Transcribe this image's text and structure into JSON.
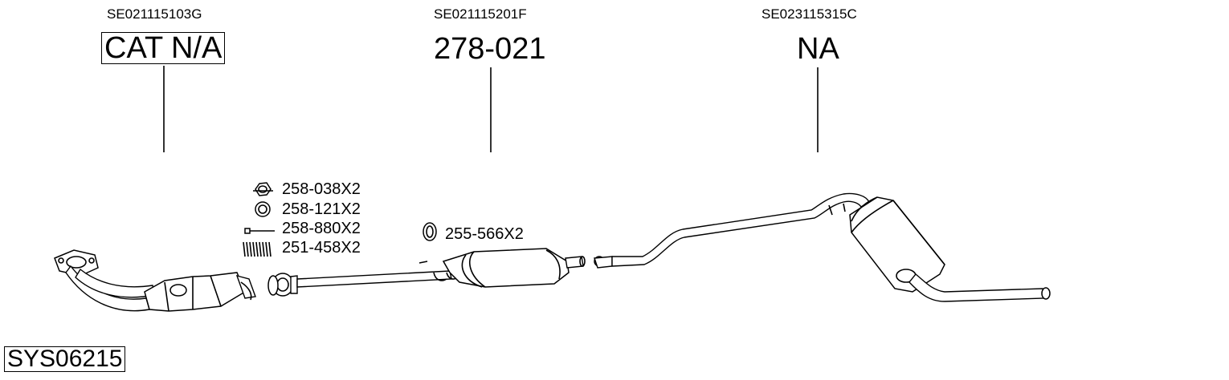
{
  "parts": [
    {
      "oe": "SE021115103G",
      "code": "CAT N/A"
    },
    {
      "oe": "SE021115201F",
      "code": "278-021"
    },
    {
      "oe": "SE023115315C",
      "code": "NA"
    }
  ],
  "hardware": [
    {
      "code": "258-038X2",
      "icon": "nut-icon"
    },
    {
      "code": "258-121X2",
      "icon": "ring-gasket-icon"
    },
    {
      "code": "258-880X2",
      "icon": "bolt-icon"
    },
    {
      "code": "251-458X2",
      "icon": "spring-icon"
    },
    {
      "code": "255-566X2",
      "icon": "clamp-ring-icon"
    }
  ],
  "system_id": "SYS06215"
}
